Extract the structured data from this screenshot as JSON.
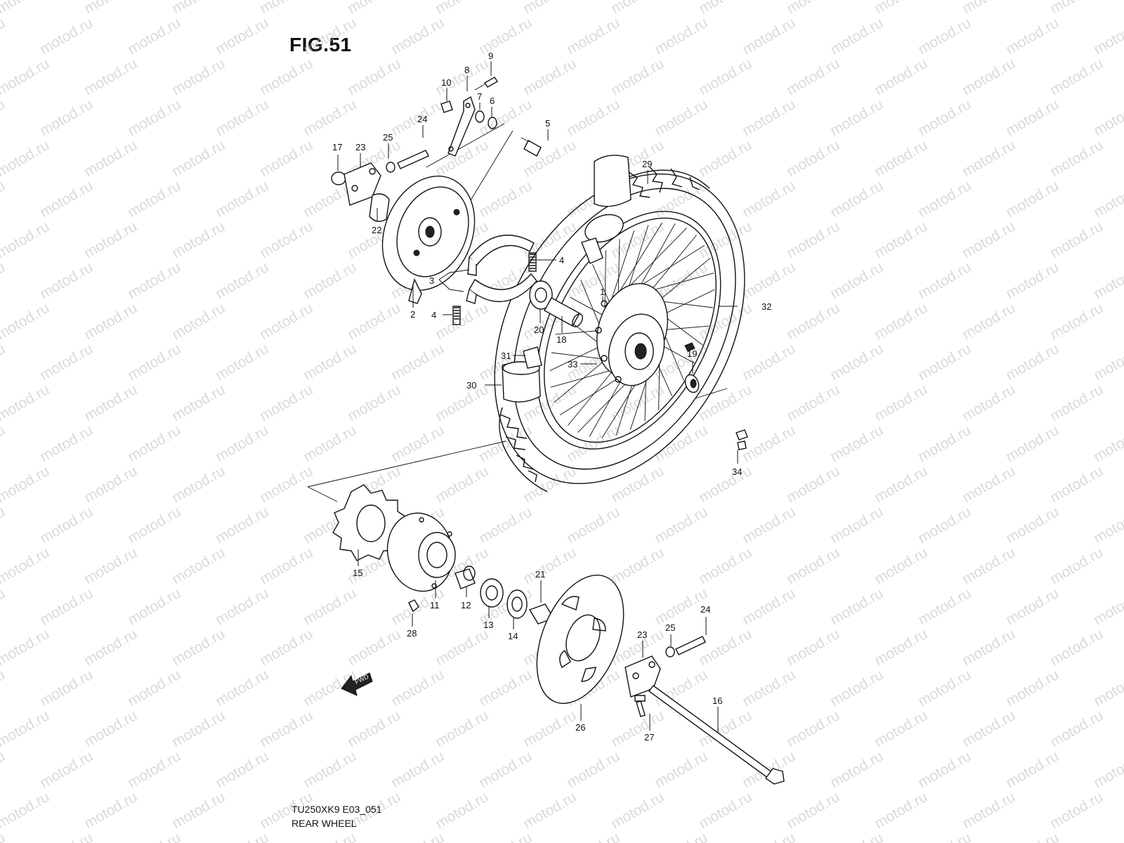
{
  "figure": {
    "title": "FIG.51",
    "model_code": "TU250XK9 E03_051",
    "name": "REAR WHEEL"
  },
  "watermark": {
    "text": "motod.ru",
    "color": "#bdbdbd"
  },
  "fwd_marker": {
    "text": "FWD"
  },
  "callouts": [
    "1",
    "2",
    "3",
    "4",
    "4",
    "5",
    "6",
    "7",
    "8",
    "9",
    "10",
    "11",
    "12",
    "13",
    "14",
    "15",
    "16",
    "17",
    "18",
    "19",
    "20",
    "21",
    "22",
    "23",
    "23",
    "24",
    "24",
    "25",
    "25",
    "26",
    "27",
    "28",
    "29",
    "30",
    "31",
    "32",
    "33",
    "34"
  ]
}
